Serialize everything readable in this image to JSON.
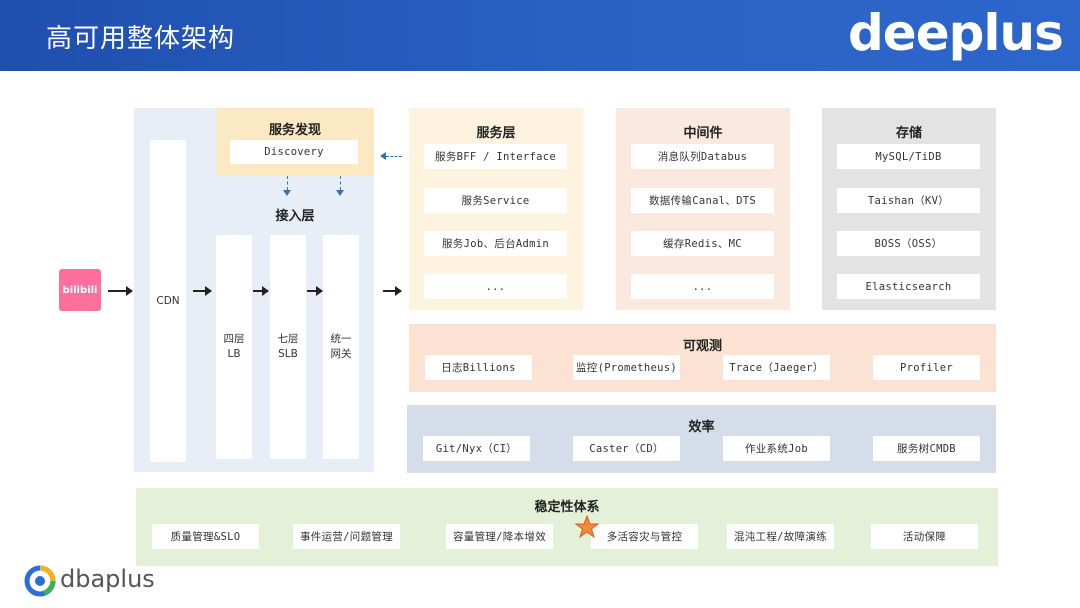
{
  "header": {
    "title": "高可用整体架构",
    "brand": "deeplus"
  },
  "colors": {
    "header_blue": "#2a5fc2",
    "access_blue": "#e8eef8",
    "discovery_yellow": "#fbe9c4",
    "service_yellow": "#fdf3de",
    "middleware_pink": "#fbe8df",
    "storage_gray": "#e3e3e3",
    "observability_orange": "#fbe2d3",
    "efficiency_blue": "#d5dcea",
    "stability_green": "#e5f0d9"
  },
  "client_logo": {
    "text": "bilibili",
    "icon": "bilibili-logo-icon"
  },
  "access": {
    "cdn": "CDN",
    "title": "接入层",
    "lb": "四层\nLB",
    "slb": "七层\nSLB",
    "gateway": "统一\n网关"
  },
  "discovery": {
    "title": "服务发现",
    "item": "Discovery"
  },
  "service_layer": {
    "title": "服务层",
    "items": [
      "服务BFF / Interface",
      "服务Service",
      "服务Job、后台Admin",
      "..."
    ]
  },
  "middleware": {
    "title": "中间件",
    "items": [
      "消息队列Databus",
      "数据传输Canal、DTS",
      "缓存Redis、MC",
      "..."
    ]
  },
  "storage": {
    "title": "存储",
    "items": [
      "MySQL/TiDB",
      "Taishan（KV）",
      "BOSS（OSS）",
      "Elasticsearch"
    ]
  },
  "observability": {
    "title": "可观测",
    "items": [
      "日志Billions",
      "监控(Prometheus)",
      "Trace（Jaeger）",
      "Profiler"
    ]
  },
  "efficiency": {
    "title": "效率",
    "items": [
      "Git/Nyx（CI）",
      "Caster（CD）",
      "作业系统Job",
      "服务树CMDB"
    ]
  },
  "stability": {
    "title": "稳定性体系",
    "items": [
      "质量管理&SLO",
      "事件运营/问题管理",
      "容量管理/降本增效",
      "多活容灾与管控",
      "混沌工程/故障演练",
      "活动保障"
    ]
  },
  "footer_logo": {
    "text": "dbaplus",
    "icon": "dbaplus-logo-icon"
  }
}
